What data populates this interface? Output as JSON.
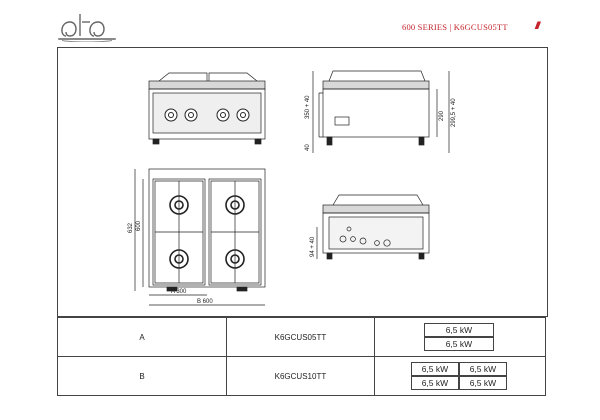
{
  "header": {
    "series_label": "600 SERIES | K6GCUS05TT",
    "accent_color": "#c4242c"
  },
  "dimensions": {
    "side_height": "350 + 40",
    "side_height_right_a": "290",
    "side_height_right_b": "299,5 + 40",
    "side_feet": "40",
    "plan_depth_outer": "632",
    "plan_depth_inner": "600",
    "plan_width_a": "A 300",
    "plan_width_b": "B 600",
    "rear_height": "94 + 40"
  },
  "table": {
    "rows": [
      {
        "label": "A",
        "model": "K6GCUS05TT",
        "powers": [
          "6,5 kW",
          "6,5 kW"
        ]
      },
      {
        "label": "B",
        "model": "K6GCUS10TT",
        "powers": [
          "6,5 kW",
          "6,5 kW",
          "6,5 kW",
          "6,5 kW"
        ]
      }
    ]
  }
}
